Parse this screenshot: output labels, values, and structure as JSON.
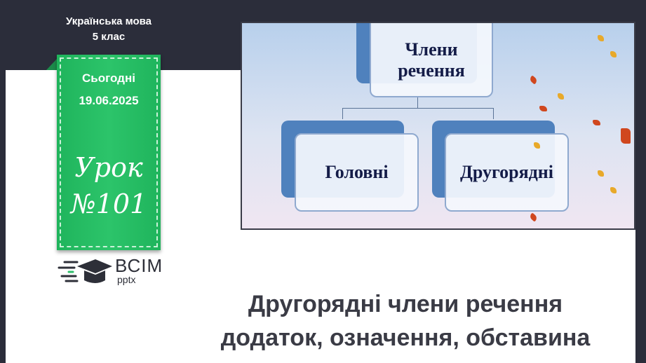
{
  "header": {
    "subject": "Українська мова",
    "grade": "5 клас"
  },
  "ribbon": {
    "today_label": "Сьогодні",
    "date": "19.06.2025",
    "lesson_label": "Урок",
    "lesson_number": "№101"
  },
  "logo": {
    "brand": "ВСІМ",
    "sub": "pptx"
  },
  "diagram": {
    "root": "Члени речення",
    "children": [
      "Головні",
      "Другорядні"
    ]
  },
  "title": {
    "line1": "Другорядні члени речення",
    "line2": "додаток, означення, обставина"
  },
  "colors": {
    "background": "#2b2d3a",
    "ribbon": "#22b862",
    "box": "#4f81bd"
  }
}
